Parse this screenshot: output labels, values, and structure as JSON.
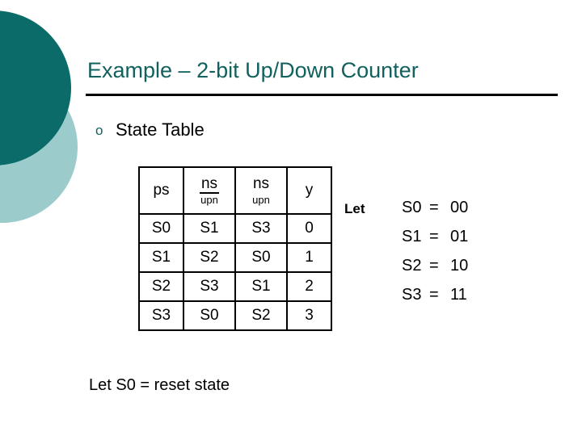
{
  "slide": {
    "title": "Example – 2-bit Up/Down Counter",
    "title_color": "#11615E",
    "background": "#ffffff"
  },
  "decor": {
    "circle_dark_color": "#0A6B68",
    "circle_light_color": "#9CCBCB"
  },
  "bullet": {
    "marker": "o",
    "label": "State Table"
  },
  "state_table": {
    "headers": [
      {
        "main": "ps",
        "sub": "",
        "overline": false
      },
      {
        "main": "ns",
        "sub": "upn",
        "overline": true
      },
      {
        "main": "ns",
        "sub": "upn",
        "overline": false
      },
      {
        "main": "y",
        "sub": "",
        "overline": false
      }
    ],
    "rows": [
      [
        "S0",
        "S1",
        "S3",
        "0"
      ],
      [
        "S1",
        "S2",
        "S0",
        "1"
      ],
      [
        "S2",
        "S3",
        "S1",
        "2"
      ],
      [
        "S3",
        "S0",
        "S2",
        "3"
      ]
    ]
  },
  "let_label": "Let",
  "encoding": {
    "rows": [
      {
        "state": "S0",
        "eq": "=",
        "code": "00"
      },
      {
        "state": "S1",
        "eq": "=",
        "code": "01"
      },
      {
        "state": "S2",
        "eq": "=",
        "code": "10"
      },
      {
        "state": "S3",
        "eq": "=",
        "code": "11"
      }
    ]
  },
  "footnote": "Let S0 = reset state"
}
